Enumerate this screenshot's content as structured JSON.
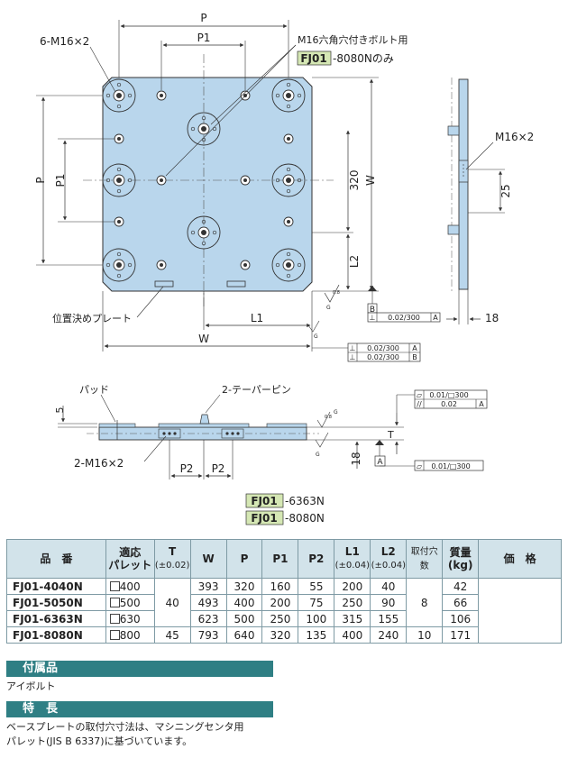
{
  "top_view": {
    "label_6m16": "6-M16×2",
    "label_p": "P",
    "label_p1": "P1",
    "label_m16_bolt": "M16六角穴付きボルト用",
    "fj01_tag": "FJ01",
    "fj01_suffix": "-8080Nのみ",
    "label_320": "320",
    "label_w_vert": "W",
    "label_l2": "L2",
    "label_l1": "L1",
    "label_w_horiz": "W",
    "label_positioning_plate": "位置決めプレート",
    "label_p_left": "P",
    "label_p1_left": "P1",
    "datum_b": "B",
    "tol_perp_300_a": "0.02/300",
    "tol_a": "A",
    "tol_perp_b_line1": "0.02/300",
    "tol_perp_b_line1_ref": "A",
    "tol_perp_b_line2": "0.02/300",
    "tol_perp_b_line2_ref": "B",
    "rough_g": "G",
    "rough_08": "0.8"
  },
  "side_view": {
    "label_m16": "M16×2",
    "label_25": "25",
    "label_18": "18"
  },
  "front_view": {
    "label_pad": "パッド",
    "label_taper_pin": "2-テーパーピン",
    "label_5": "5",
    "label_2m16": "2-M16×2",
    "label_p2_a": "P2",
    "label_p2_b": "P2",
    "label_t": "T",
    "label_18": "18",
    "datum_a": "A",
    "tol_flat_box1": "0.01/□300",
    "tol_par_box1": "0.02",
    "tol_par_ref": "A",
    "tol_flat_box2": "0.01/□300",
    "rough_g": "G",
    "rough_08": "0.8"
  },
  "note_models": [
    {
      "tag": "FJ01",
      "suffix": "-6363N"
    },
    {
      "tag": "FJ01",
      "suffix": "-8080N"
    }
  ],
  "table": {
    "headers": {
      "model": "品　番",
      "pallet_line1": "適応",
      "pallet_line2": "パレット",
      "t_line1": "T",
      "t_line2": "(±0.02)",
      "w": "W",
      "p": "P",
      "p1": "P1",
      "p2": "P2",
      "l1_line1": "L1",
      "l1_line2": "(±0.04)",
      "l2_line1": "L2",
      "l2_line2": "(±0.04)",
      "holes": "取付穴数",
      "mass_line1": "質量",
      "mass_line2": "(kg)",
      "price": "価　格"
    },
    "rows": [
      {
        "model": "FJ01-4040N",
        "pallet": "400",
        "w": "393",
        "p": "320",
        "p1": "160",
        "p2": "55",
        "l1": "200",
        "l2": "40",
        "mass": "42"
      },
      {
        "model": "FJ01-5050N",
        "pallet": "500",
        "w": "493",
        "p": "400",
        "p1": "200",
        "p2": "75",
        "l1": "250",
        "l2": "90",
        "mass": "66"
      },
      {
        "model": "FJ01-6363N",
        "pallet": "630",
        "w": "623",
        "p": "500",
        "p1": "250",
        "p2": "100",
        "l1": "315",
        "l2": "155",
        "mass": "106"
      },
      {
        "model": "FJ01-8080N",
        "pallet": "800",
        "w": "793",
        "p": "640",
        "p1": "320",
        "p2": "135",
        "l1": "400",
        "l2": "240",
        "mass": "171"
      }
    ],
    "t_group": "40",
    "t_last": "45",
    "holes_group": "8",
    "holes_last": "10"
  },
  "accessories": {
    "title": "付属品",
    "text": "アイボルト"
  },
  "features": {
    "title": "特　長",
    "line1": "ベースプレートの取付穴寸法は、マシニングセンタ用",
    "line2": "パレット(JIS B 6337)に基づいています。"
  },
  "colors": {
    "plate_fill": "#b9d6ec",
    "tag_fill": "#d5e7b4",
    "header_fill": "#d2e3ea",
    "section_bar": "#2f7f84"
  }
}
